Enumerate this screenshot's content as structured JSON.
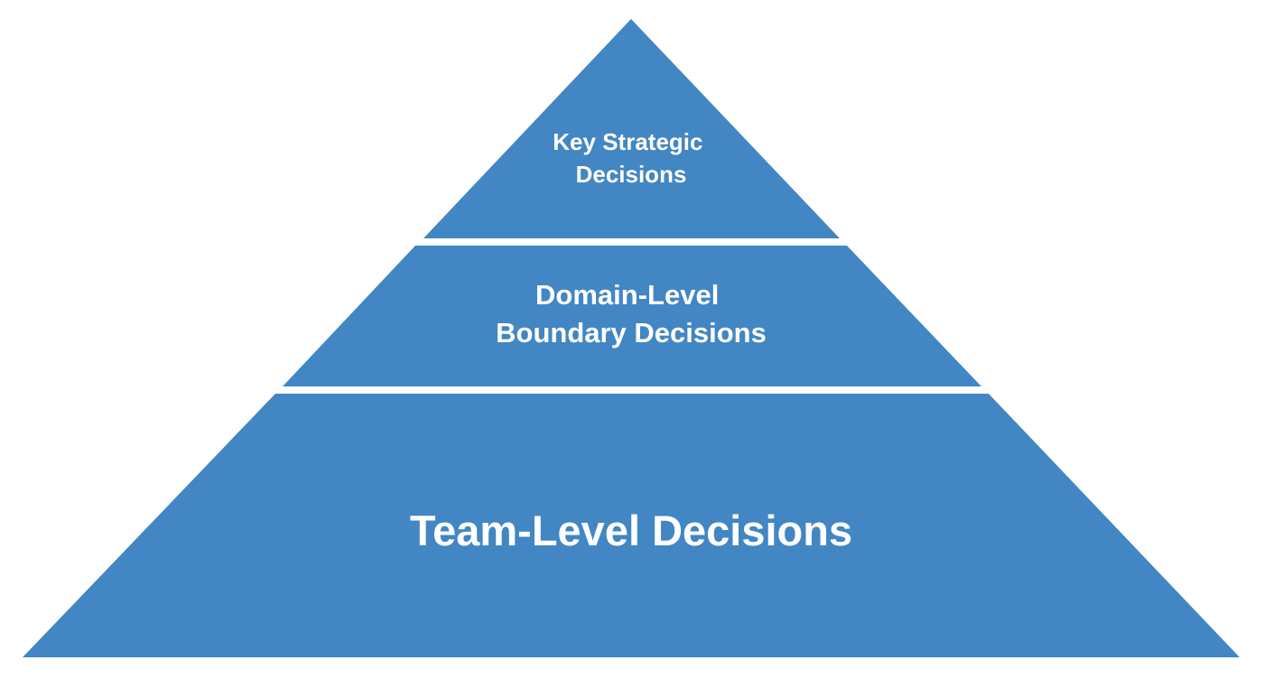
{
  "diagram": {
    "fill_color": "#4286c3",
    "text_color": "#ffffff",
    "background": "#ffffff",
    "tiers": [
      {
        "lines": [
          "Key Strategic",
          "Decisions"
        ]
      },
      {
        "lines": [
          "Domain-Level",
          "Boundary Decisions"
        ]
      },
      {
        "lines": [
          "Team-Level Decisions"
        ]
      }
    ]
  }
}
